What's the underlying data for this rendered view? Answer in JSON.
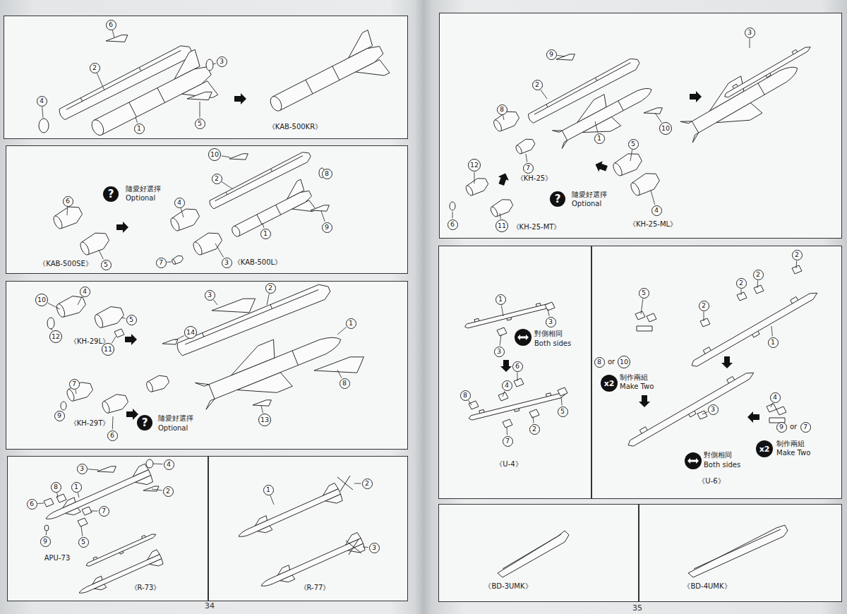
{
  "diagram": {
    "nodes": [
      {
        "text": [
          "《KAB-500KR》"
        ]
      },
      {
        "text": [
          "6"
        ],
        "in": 0
      },
      {
        "text": [
          "2"
        ],
        "in": 0
      },
      {
        "text": [
          "3"
        ],
        "in": 0
      },
      {
        "text": [
          "4"
        ],
        "in": 0
      },
      {
        "text": [
          "1"
        ],
        "in": 0
      },
      {
        "text": [
          "5"
        ],
        "in": 0
      },
      {
        "text": [
          "隨愛好選擇",
          "Optional",
          "《KAB-500SE》",
          "《KAB-500L》"
        ]
      },
      {
        "text": [
          "?"
        ],
        "in": 7
      },
      {
        "text": [
          "10"
        ],
        "in": 7
      },
      {
        "text": [
          "2"
        ],
        "in": 7
      },
      {
        "text": [
          "8"
        ],
        "in": 7
      },
      {
        "text": [
          "6"
        ],
        "in": 7
      },
      {
        "text": [
          "4"
        ],
        "in": 7
      },
      {
        "text": [
          "9"
        ],
        "in": 7
      },
      {
        "text": [
          "1"
        ],
        "in": 7
      },
      {
        "text": [
          "5"
        ],
        "in": 7
      },
      {
        "text": [
          "7"
        ],
        "in": 7
      },
      {
        "text": [
          "3"
        ],
        "in": 7
      },
      {
        "text": [
          "《KH-29L》",
          "《KH-29T》",
          "隨愛好選擇",
          "Optional"
        ]
      },
      {
        "text": [
          "?"
        ],
        "in": 19
      },
      {
        "text": [
          "10"
        ],
        "in": 19
      },
      {
        "text": [
          "4"
        ],
        "in": 19
      },
      {
        "text": [
          "5"
        ],
        "in": 19
      },
      {
        "text": [
          "11"
        ],
        "in": 19
      },
      {
        "text": [
          "12"
        ],
        "in": 19
      },
      {
        "text": [
          "3"
        ],
        "in": 19
      },
      {
        "text": [
          "2"
        ],
        "in": 19
      },
      {
        "text": [
          "1"
        ],
        "in": 19
      },
      {
        "text": [
          "14"
        ],
        "in": 19
      },
      {
        "text": [
          "8"
        ],
        "in": 19
      },
      {
        "text": [
          "13"
        ],
        "in": 19
      },
      {
        "text": [
          "7"
        ],
        "in": 19
      },
      {
        "text": [
          "9"
        ],
        "in": 19
      },
      {
        "text": [
          "6"
        ],
        "in": 19
      },
      {
        "text": [
          "APU-73",
          "《R-73》"
        ]
      },
      {
        "text": [
          "3"
        ],
        "in": 35
      },
      {
        "text": [
          "4"
        ],
        "in": 35
      },
      {
        "text": [
          "1"
        ],
        "in": 35
      },
      {
        "text": [
          "8"
        ],
        "in": 35
      },
      {
        "text": [
          "2"
        ],
        "in": 35
      },
      {
        "text": [
          "6"
        ],
        "in": 35
      },
      {
        "text": [
          "7"
        ],
        "in": 35
      },
      {
        "text": [
          "9"
        ],
        "in": 35
      },
      {
        "text": [
          "5"
        ],
        "in": 35
      },
      {
        "text": [
          "《R-77》"
        ]
      },
      {
        "text": [
          "1"
        ],
        "in": 45
      },
      {
        "text": [
          "2"
        ],
        "in": 45
      },
      {
        "text": [
          "3"
        ],
        "in": 45
      },
      {
        "text": [
          "《KH-25》",
          "《KH-25-MT》",
          "隨愛好選擇",
          "Optional",
          "《KH-25-ML》"
        ]
      },
      {
        "text": [
          "?"
        ],
        "in": 49
      },
      {
        "text": [
          "9"
        ],
        "in": 49
      },
      {
        "text": [
          "2"
        ],
        "in": 49
      },
      {
        "text": [
          "3"
        ],
        "in": 49
      },
      {
        "text": [
          "8"
        ],
        "in": 49
      },
      {
        "text": [
          "10"
        ],
        "in": 49
      },
      {
        "text": [
          "1"
        ],
        "in": 49
      },
      {
        "text": [
          "7"
        ],
        "in": 49
      },
      {
        "text": [
          "5"
        ],
        "in": 49
      },
      {
        "text": [
          "12"
        ],
        "in": 49
      },
      {
        "text": [
          "4"
        ],
        "in": 49
      },
      {
        "text": [
          "6"
        ],
        "in": 49
      },
      {
        "text": [
          "11"
        ],
        "in": 49
      },
      {
        "text": [
          "對側相同",
          "Both sides",
          "《U-4》"
        ]
      },
      {
        "text": [
          "1"
        ],
        "in": 63
      },
      {
        "text": [
          "3"
        ],
        "in": 63
      },
      {
        "text": [
          "3"
        ],
        "in": 63
      },
      {
        "text": [
          "6"
        ],
        "in": 63
      },
      {
        "text": [
          "4"
        ],
        "in": 63
      },
      {
        "text": [
          "8"
        ],
        "in": 63
      },
      {
        "text": [
          "5"
        ],
        "in": 63
      },
      {
        "text": [
          "2"
        ],
        "in": 63
      },
      {
        "text": [
          "7"
        ],
        "in": 63
      },
      {
        "text": [
          "or",
          "制作兩組",
          "Make Two",
          "or",
          "對側相同",
          "Both sides",
          "制作兩組",
          "Make Two",
          "《U-6》"
        ]
      },
      {
        "text": [
          "2"
        ],
        "in": 73
      },
      {
        "text": [
          "2"
        ],
        "in": 73
      },
      {
        "text": [
          "2"
        ],
        "in": 73
      },
      {
        "text": [
          "2"
        ],
        "in": 73
      },
      {
        "text": [
          "5"
        ],
        "in": 73
      },
      {
        "text": [
          "1"
        ],
        "in": 73
      },
      {
        "text": [
          "8"
        ],
        "in": 73
      },
      {
        "text": [
          "10"
        ],
        "in": 73
      },
      {
        "text": [
          "x2"
        ],
        "in": 73
      },
      {
        "text": [
          "3"
        ],
        "in": 73
      },
      {
        "text": [
          "4"
        ],
        "in": 73
      },
      {
        "text": [
          "9"
        ],
        "in": 73
      },
      {
        "text": [
          "7"
        ],
        "in": 73
      },
      {
        "text": [
          "x2"
        ],
        "in": 73
      },
      {
        "text": [
          "《BD-3UMK》"
        ]
      },
      {
        "text": [
          "《BD-4UMK》"
        ]
      }
    ],
    "labels": [
      "34",
      "35"
    ]
  }
}
